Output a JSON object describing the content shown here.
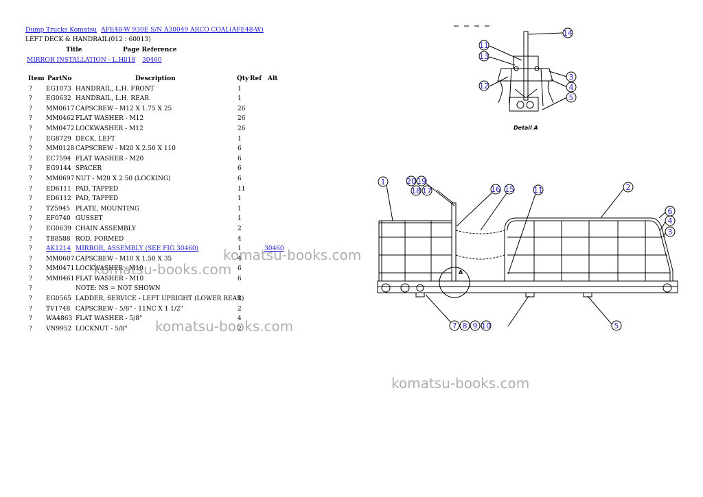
{
  "breadcrumb": {
    "link1": "Dump Trucks Komatsu",
    "link2": "AFE48-W 930E S/N A30049 ARCO COAL(AFE48-W)"
  },
  "subtitle": "LEFT DECK & HANDRAIL(012 : 60013)",
  "reference": {
    "title_header": "Title",
    "page_header": "Page Reference",
    "title_link": "MIRROR INSTALLATION - L.H.",
    "page_link": "018",
    "ref_link": "30460"
  },
  "table": {
    "headers": {
      "item": "Item",
      "part": "PartNo",
      "desc": "Description",
      "qty": "Qty",
      "ref": "Ref",
      "alt": "Alt"
    },
    "rows": [
      {
        "item": "?",
        "part": "EG1073",
        "desc": "HANDRAIL, L.H. FRONT",
        "qty": "1",
        "ref": ""
      },
      {
        "item": "?",
        "part": "EG0632",
        "desc": "HANDRAIL, L.H. REAR",
        "qty": "1",
        "ref": ""
      },
      {
        "item": "?",
        "part": "MM0617",
        "desc": "CAPSCREW - M12 X 1.75 X 25",
        "qty": "26",
        "ref": ""
      },
      {
        "item": "?",
        "part": "MM0462",
        "desc": "FLAT WASHER - M12",
        "qty": "26",
        "ref": ""
      },
      {
        "item": "?",
        "part": "MM0472",
        "desc": "LOCKWASHER - M12",
        "qty": "26",
        "ref": ""
      },
      {
        "item": "?",
        "part": "EG8729",
        "desc": "DECK, LEFT",
        "qty": "1",
        "ref": ""
      },
      {
        "item": "?",
        "part": "MM0128",
        "desc": "CAPSCREW - M20 X 2.50 X 110",
        "qty": "6",
        "ref": ""
      },
      {
        "item": "?",
        "part": "EC7594",
        "desc": "FLAT WASHER - M20",
        "qty": "6",
        "ref": ""
      },
      {
        "item": "?",
        "part": "EG9144",
        "desc": "SPACER",
        "qty": "6",
        "ref": ""
      },
      {
        "item": "?",
        "part": "MM0697",
        "desc": "NUT - M20 X 2.50 (LOCKING)",
        "qty": "6",
        "ref": ""
      },
      {
        "item": "?",
        "part": "ED6111",
        "desc": "PAD, TAPPED",
        "qty": "11",
        "ref": ""
      },
      {
        "item": "?",
        "part": "ED6112",
        "desc": "PAD, TAPPED",
        "qty": "1",
        "ref": ""
      },
      {
        "item": "?",
        "part": "TZ5945",
        "desc": "PLATE, MOUNTING",
        "qty": "1",
        "ref": ""
      },
      {
        "item": "?",
        "part": "EF0740",
        "desc": "GUSSET",
        "qty": "1",
        "ref": ""
      },
      {
        "item": "?",
        "part": "EG0639",
        "desc": "CHAIN ASSEMBLY",
        "qty": "2",
        "ref": ""
      },
      {
        "item": "?",
        "part": "TB8588",
        "desc": "ROD, FORMED",
        "qty": "4",
        "ref": ""
      },
      {
        "item": "?",
        "part": "AK1214",
        "desc": "MIRROR, ASSEMBLY (SEE FIG 30460)",
        "qty": "1",
        "ref": "30460",
        "link": true
      },
      {
        "item": "?",
        "part": "MM0607",
        "desc": "CAPSCREW - M10 X 1.50 X 35",
        "qty": "4",
        "ref": ""
      },
      {
        "item": "?",
        "part": "MM0471",
        "desc": "LOCKWASHER - M10",
        "qty": "6",
        "ref": ""
      },
      {
        "item": "?",
        "part": "MM0461",
        "desc": "FLAT WASHER - M10",
        "qty": "6",
        "ref": ""
      },
      {
        "item": "?",
        "part": "",
        "desc": "NOTE: NS = NOT SHOWN",
        "qty": "",
        "ref": ""
      },
      {
        "item": "?",
        "part": "EG0565",
        "desc": "LADDER, SERVICE - LEFT UPRIGHT (LOWER REAR)",
        "qty": "1",
        "ref": ""
      },
      {
        "item": "?",
        "part": "TV1748",
        "desc": "CAPSCREW - 5/8\" - 11NC X 1 1/2\"",
        "qty": "2",
        "ref": ""
      },
      {
        "item": "?",
        "part": "WA4863",
        "desc": "FLAT WASHER - 5/8\"",
        "qty": "4",
        "ref": ""
      },
      {
        "item": "?",
        "part": "VN9952",
        "desc": "LOCKNUT - 5/8\"",
        "qty": "2",
        "ref": ""
      }
    ]
  },
  "watermark": "komatsu-books.com",
  "diagram": {
    "detail_caption": "Detail A",
    "detail_marker": "A",
    "callouts_detail": [
      "14",
      "11",
      "13",
      "12",
      "3",
      "4",
      "5"
    ],
    "callouts_main": [
      "1",
      "20",
      "19",
      "18",
      "17",
      "16",
      "15",
      "11",
      "2",
      "6",
      "4",
      "3",
      "7",
      "8",
      "9",
      "10",
      "5"
    ]
  }
}
